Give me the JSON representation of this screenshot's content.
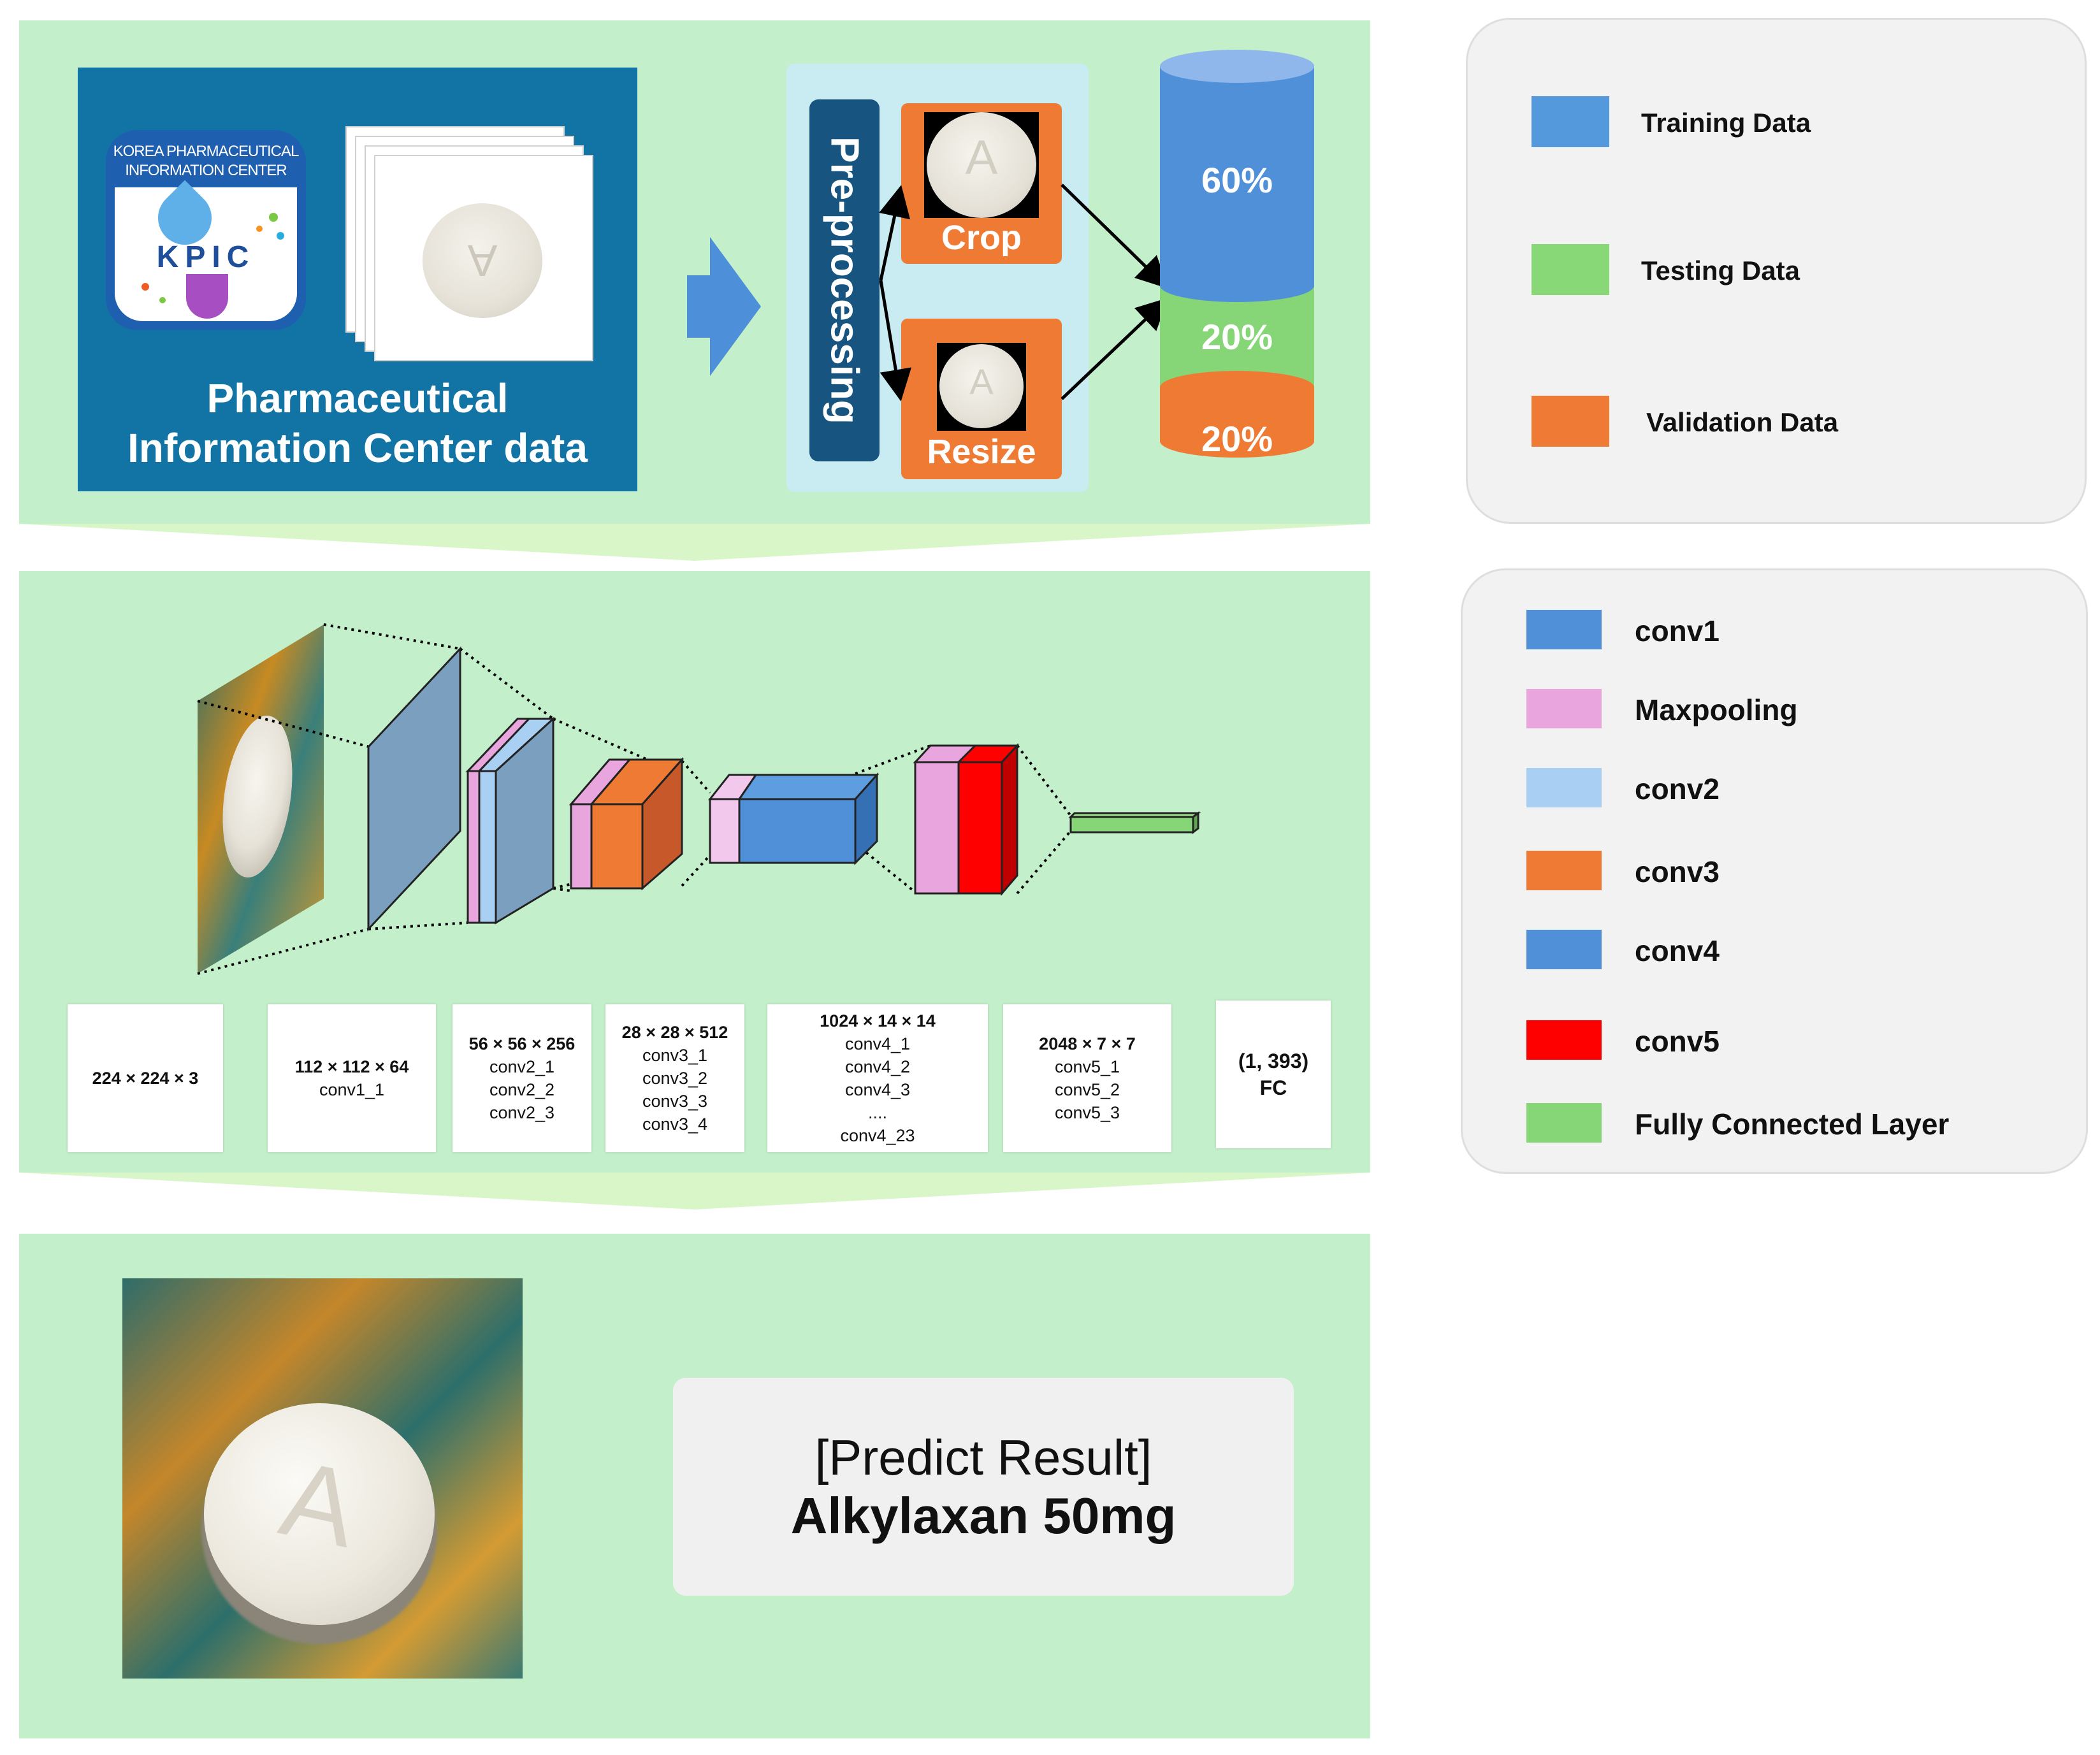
{
  "top": {
    "source_title_line1": "Pharmaceutical",
    "source_title_line2": "Information Center data",
    "logo_line1": "KOREA PHARMACEUTICAL",
    "logo_line2": "INFORMATION CENTER",
    "logo_text": "KPIC",
    "preprocessing_label": "Pre-processing",
    "crop_label": "Crop",
    "resize_label": "Resize",
    "split": [
      "60%",
      "20%",
      "20%"
    ]
  },
  "data_legend": [
    {
      "label": "Training Data",
      "color": "#5599dd"
    },
    {
      "label": "Testing Data",
      "color": "#88d877"
    },
    {
      "label": "Validation Data",
      "color": "#ef7a36"
    }
  ],
  "network_legend": [
    {
      "label": "conv1",
      "color": "#4f90d8"
    },
    {
      "label": "Maxpooling",
      "color": "#e8a5de"
    },
    {
      "label": "conv2",
      "color": "#a9cff2"
    },
    {
      "label": "conv3",
      "color": "#ee7a33"
    },
    {
      "label": "conv4",
      "color": "#4f90d8"
    },
    {
      "label": "conv5",
      "color": "#ff0000"
    },
    {
      "label": "Fully Connected Layer",
      "color": "#86d677"
    }
  ],
  "layers": [
    {
      "dim": "224 × 224 × 3",
      "names": []
    },
    {
      "dim": "112 × 112 × 64",
      "names": [
        "conv1_1"
      ]
    },
    {
      "dim": "56 × 56 × 256",
      "names": [
        "conv2_1",
        "conv2_2",
        "conv2_3"
      ]
    },
    {
      "dim": "28 × 28 × 512",
      "names": [
        "conv3_1",
        "conv3_2",
        "conv3_3",
        "conv3_4"
      ]
    },
    {
      "dim": "1024 × 14 × 14",
      "names": [
        "conv4_1",
        "conv4_2",
        "conv4_3",
        "....",
        "conv4_23"
      ]
    },
    {
      "dim": "2048 × 7 × 7",
      "names": [
        "conv5_1",
        "conv5_2",
        "conv5_3"
      ]
    },
    {
      "dim": "(1, 393)",
      "names": [
        "FC"
      ]
    }
  ],
  "result": {
    "heading": "[Predict Result]",
    "value": "Alkylaxan 50mg"
  }
}
